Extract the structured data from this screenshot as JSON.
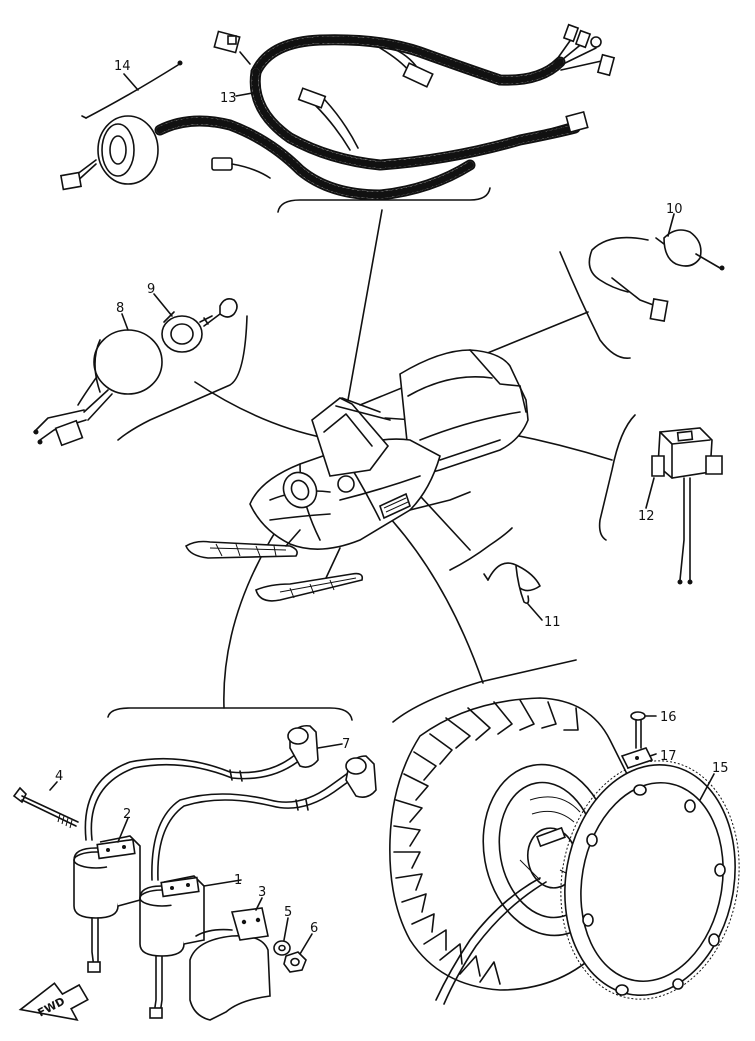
{
  "callouts": {
    "c1": "1",
    "c2": "2",
    "c3": "3",
    "c4": "4",
    "c5": "5",
    "c6": "6",
    "c7": "7",
    "c8": "8",
    "c9": "9",
    "c10": "10",
    "c11": "11",
    "c12": "12",
    "c13": "13",
    "c14": "14",
    "c15": "15",
    "c16": "16",
    "c17": "17"
  },
  "direction_badge": "FWD",
  "colors": {
    "ink": "#111111",
    "paper": "#ffffff"
  }
}
